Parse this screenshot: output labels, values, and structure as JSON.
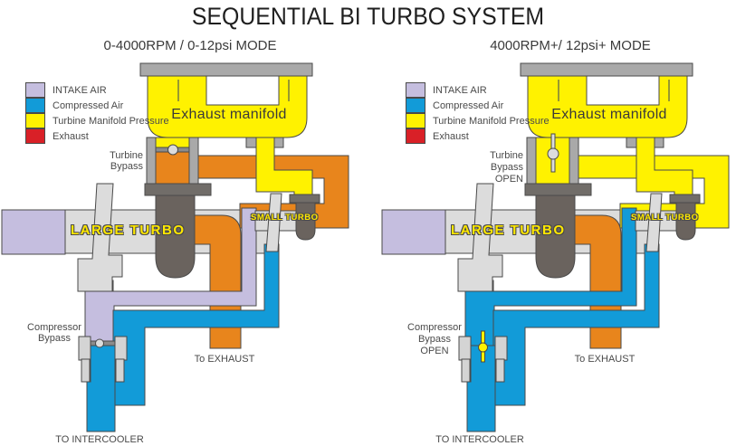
{
  "title": "SEQUENTIAL BI TURBO SYSTEM",
  "palette": {
    "intake_air": "#c5bedf",
    "compressed_air": "#129bd8",
    "turbine_pressure": "#fff200",
    "exhaust_red": "#d92027",
    "exhaust_pipe": "#e8851c",
    "casing_gray": "#a9a9a9",
    "turbo_dark": "#6a635e",
    "machine_light": "#dcdcdc"
  },
  "legend": {
    "items": [
      {
        "name": "intake-air",
        "label": "INTAKE AIR",
        "color": "#c5bedf"
      },
      {
        "name": "compressed-air",
        "label": "Compressed Air",
        "color": "#129bd8"
      },
      {
        "name": "turbine-manifold-pressure",
        "label": "Turbine Manifold Pressure",
        "color": "#fff200"
      },
      {
        "name": "exhaust",
        "label": "Exhaust",
        "color": "#d92027"
      }
    ]
  },
  "left": {
    "mode_title": "0-4000RPM / 0-12psi MODE",
    "labels": {
      "exhaust_manifold": "Exhaust manifold",
      "turbine_bypass_1": "Turbine",
      "turbine_bypass_2": "Bypass",
      "large_turbo": "LARGE TURBO",
      "small_turbo": "SMALL TURBO",
      "compressor_bypass_1": "Compressor",
      "compressor_bypass_2": "Bypass",
      "to_exhaust": "To EXHAUST",
      "to_intercooler": "TO INTERCOOLER"
    }
  },
  "right": {
    "mode_title": "4000RPM+/ 12psi+ MODE",
    "labels": {
      "exhaust_manifold": "Exhaust manifold",
      "turbine_bypass_1": "Turbine",
      "turbine_bypass_2": "Bypass",
      "turbine_bypass_3": "OPEN",
      "large_turbo": "LARGE TURBO",
      "small_turbo": "SMALL TURBO",
      "compressor_bypass_1": "Compressor",
      "compressor_bypass_2": "Bypass",
      "compressor_bypass_3": "OPEN",
      "to_exhaust": "To EXHAUST",
      "to_intercooler": "TO INTERCOOLER"
    }
  }
}
